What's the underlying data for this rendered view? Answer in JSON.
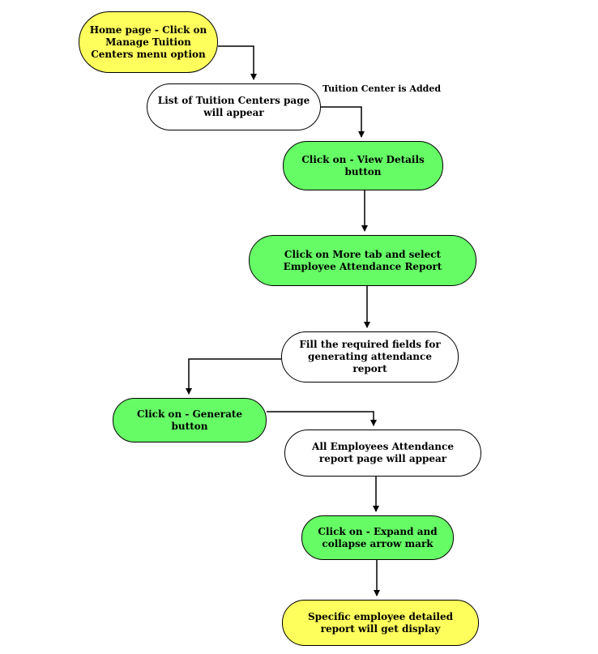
{
  "colors": {
    "start_end": "#fefe5c",
    "action": "#66fc66",
    "page": "#ffffff",
    "stroke": "#000000"
  },
  "nodes": [
    {
      "id": "n1",
      "text": "Home page - Click on Manage Tuition Centers menu option",
      "kind": "start_end"
    },
    {
      "id": "n2",
      "text": "List of Tuition Centers page will appear",
      "kind": "page"
    },
    {
      "id": "n3",
      "text": "Click on - View Details button",
      "kind": "action"
    },
    {
      "id": "n4",
      "text": "Click on More tab and select Employee Attendance Report",
      "kind": "action"
    },
    {
      "id": "n5",
      "text": "Fill the required fields for generating attendance report",
      "kind": "page"
    },
    {
      "id": "n6",
      "text": "Click on - Generate button",
      "kind": "action"
    },
    {
      "id": "n7",
      "text": "All Employees Attendance report page will appear",
      "kind": "page"
    },
    {
      "id": "n8",
      "text": "Click on - Expand and collapse arrow mark",
      "kind": "action"
    },
    {
      "id": "n9",
      "text": "Specific employee detailed report will get display",
      "kind": "start_end"
    }
  ],
  "edges": [
    {
      "from": "n1",
      "to": "n2",
      "label": ""
    },
    {
      "from": "n2",
      "to": "n3",
      "label": "Tuition Center is Added"
    },
    {
      "from": "n3",
      "to": "n4",
      "label": ""
    },
    {
      "from": "n4",
      "to": "n5",
      "label": ""
    },
    {
      "from": "n5",
      "to": "n6",
      "label": ""
    },
    {
      "from": "n6",
      "to": "n7",
      "label": ""
    },
    {
      "from": "n7",
      "to": "n8",
      "label": ""
    },
    {
      "from": "n8",
      "to": "n9",
      "label": ""
    }
  ]
}
